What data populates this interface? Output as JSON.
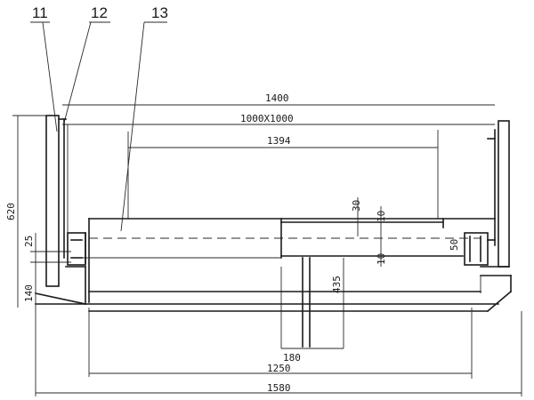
{
  "labels": {
    "part_11": "11",
    "part_12": "12",
    "part_13": "13"
  },
  "dimensions": {
    "width_1400": "1400",
    "width_1000x1000": "1000X1000",
    "width_1394": "1394",
    "height_620": "620",
    "offset_25": "25",
    "height_140": "140",
    "dim_30": "30",
    "dim_10_upper": "10",
    "dim_10_lower": "10",
    "dim_50": "50",
    "height_435": "435",
    "width_180": "180",
    "width_1250": "1250",
    "width_1580": "1580"
  }
}
